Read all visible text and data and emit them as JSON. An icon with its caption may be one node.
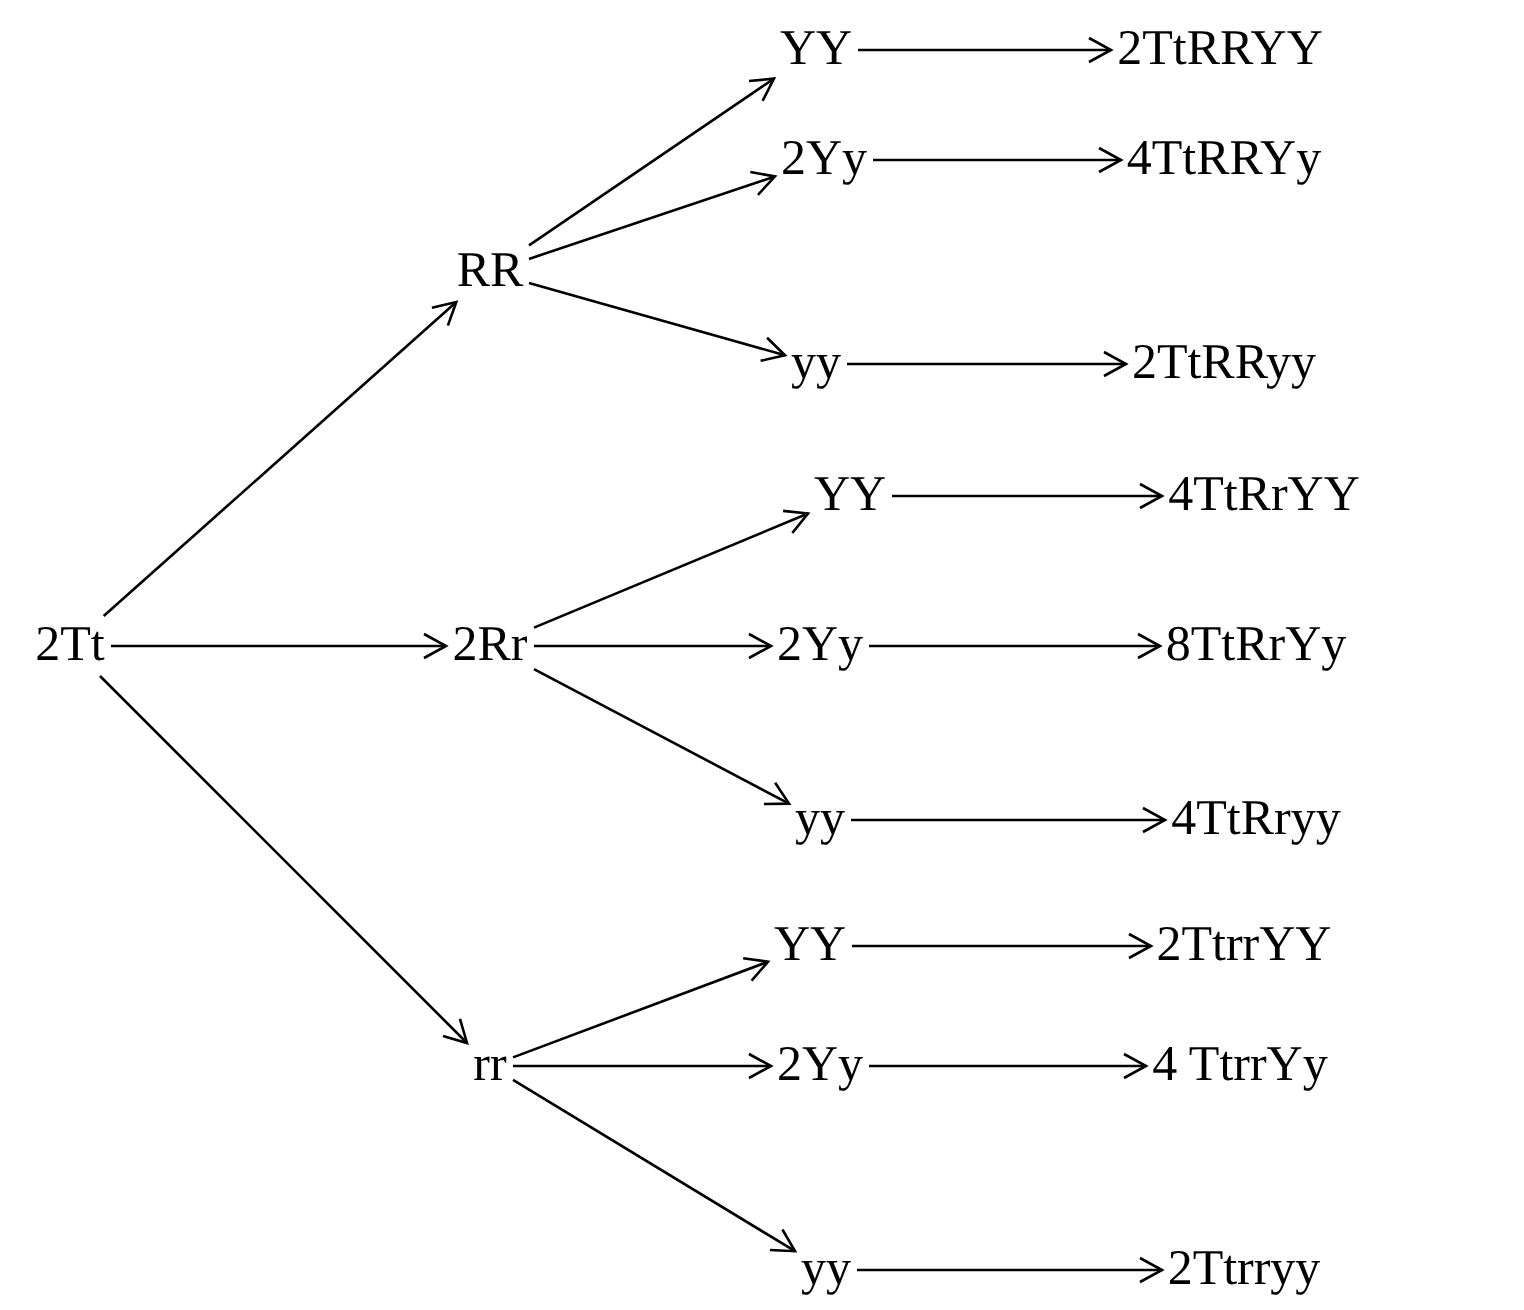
{
  "diagram": {
    "nodes": [
      {
        "text": [
          "2Tt"
        ]
      },
      {
        "text": [
          "RR"
        ]
      },
      {
        "text": [
          "2Rr"
        ]
      },
      {
        "text": [
          "rr"
        ]
      },
      {
        "text": [
          "YY"
        ]
      },
      {
        "text": [
          "2Yy"
        ]
      },
      {
        "text": [
          "yy"
        ]
      },
      {
        "text": [
          "YY"
        ]
      },
      {
        "text": [
          "2Yy"
        ]
      },
      {
        "text": [
          "yy"
        ]
      },
      {
        "text": [
          "YY"
        ]
      },
      {
        "text": [
          "2Yy"
        ]
      },
      {
        "text": [
          "yy"
        ]
      },
      {
        "text": [
          "2TtRRYY"
        ]
      },
      {
        "text": [
          "4TtRRYy"
        ]
      },
      {
        "text": [
          "2TtRRyy"
        ]
      },
      {
        "text": [
          "4TtRrYY"
        ]
      },
      {
        "text": [
          "8TtRrYy"
        ]
      },
      {
        "text": [
          "4TtRryy"
        ]
      },
      {
        "text": [
          "2TtrrYY"
        ]
      },
      {
        "text": [
          "4 TtrrYy"
        ]
      },
      {
        "text": [
          "2Ttrryy"
        ]
      }
    ],
    "edges": [
      {
        "from": 0,
        "to": 1,
        "arrow": "to"
      },
      {
        "from": 0,
        "to": 2,
        "arrow": "to"
      },
      {
        "from": 0,
        "to": 3,
        "arrow": "to"
      },
      {
        "from": 1,
        "to": 4,
        "arrow": "to"
      },
      {
        "from": 1,
        "to": 5,
        "arrow": "to"
      },
      {
        "from": 1,
        "to": 6,
        "arrow": "to"
      },
      {
        "from": 2,
        "to": 7,
        "arrow": "to"
      },
      {
        "from": 2,
        "to": 8,
        "arrow": "to"
      },
      {
        "from": 2,
        "to": 9,
        "arrow": "to"
      },
      {
        "from": 3,
        "to": 10,
        "arrow": "to"
      },
      {
        "from": 3,
        "to": 11,
        "arrow": "to"
      },
      {
        "from": 3,
        "to": 12,
        "arrow": "to"
      },
      {
        "from": 4,
        "to": 13,
        "arrow": "to"
      },
      {
        "from": 5,
        "to": 14,
        "arrow": "to"
      },
      {
        "from": 6,
        "to": 15,
        "arrow": "to"
      },
      {
        "from": 7,
        "to": 16,
        "arrow": "to"
      },
      {
        "from": 8,
        "to": 17,
        "arrow": "to"
      },
      {
        "from": 9,
        "to": 18,
        "arrow": "to"
      },
      {
        "from": 10,
        "to": 19,
        "arrow": "to"
      },
      {
        "from": 11,
        "to": 20,
        "arrow": "to"
      },
      {
        "from": 12,
        "to": 21,
        "arrow": "to"
      }
    ]
  }
}
